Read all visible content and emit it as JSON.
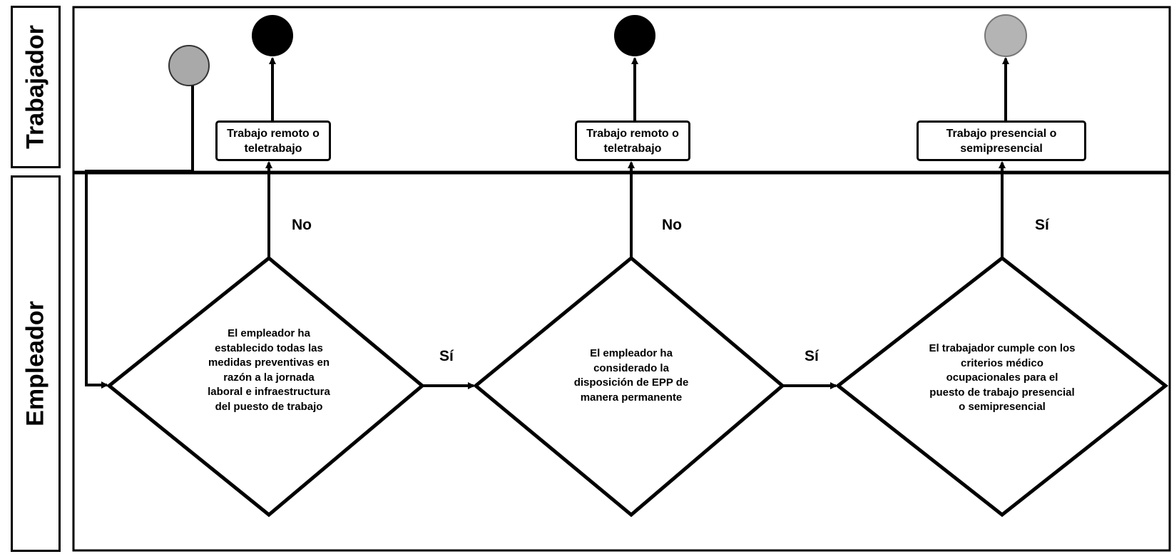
{
  "lanes": {
    "worker": "Trabajador",
    "employer": "Empleador"
  },
  "process_boxes": {
    "remote_1": "Trabajo remoto o teletrabajo",
    "remote_2": "Trabajo remoto o teletrabajo",
    "onsite": "Trabajo presencial o semipresencial"
  },
  "decisions": {
    "d1": "El empleador ha establecido todas las medidas preventivas en razón a la jornada laboral e infraestructura del puesto de trabajo",
    "d2": "El empleador ha considerado la disposición de EPP de manera permanente",
    "d3": "El trabajador cumple con los criterios médico ocupacionales para el puesto de trabajo presencial o semipresencial"
  },
  "branches": {
    "d1_no": "No",
    "d1_yes": "Sí",
    "d2_no": "No",
    "d2_yes": "Sí",
    "d3_yes": "Sí"
  },
  "colors": {
    "line": "#000000",
    "start_event": "#a9a9a9",
    "end_event": "#000000",
    "end_event_light": "#b4b4b4"
  }
}
